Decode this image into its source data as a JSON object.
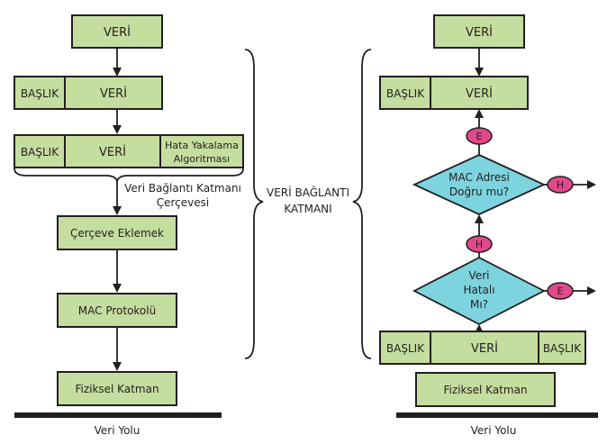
{
  "left": {
    "data": "VERİ",
    "row2": {
      "header": "BAŞLIK",
      "data": "VERİ"
    },
    "row3": {
      "header": "BAŞLIK",
      "data": "VERİ",
      "algo_line1": "Hata Yakalama",
      "algo_line2": "Algoritması"
    },
    "frame_label_line1": "Veri Bağlantı Katmanı",
    "frame_label_line2": "Çerçevesi",
    "framing": "Çerçeve Eklemek",
    "mac": "MAC Protokolü",
    "physical": "Fiziksel Katman",
    "bus": "Veri Yolu"
  },
  "center": {
    "line1": "VERİ BAĞLANTI",
    "line2": "KATMANI"
  },
  "right": {
    "data": "VERİ",
    "row2": {
      "header": "BAŞLIK",
      "data": "VERİ"
    },
    "decision_mac": {
      "line1": "MAC Adresi",
      "line2": "Doğru mu?"
    },
    "decision_error": {
      "line1": "Veri",
      "line2": "Hatalı",
      "line3": "Mı?"
    },
    "yes": "E",
    "no": "H",
    "frame": {
      "header": "BAŞLIK",
      "data": "VERİ",
      "trailer": "BAŞLIK"
    },
    "physical": "Fiziksel Katman",
    "bus": "Veri Yolu"
  },
  "colors": {
    "box_fill": "#c5dd9f",
    "diamond_fill": "#7dd3de",
    "decision_label_fill": "#e0498a",
    "stroke": "#231f20"
  }
}
